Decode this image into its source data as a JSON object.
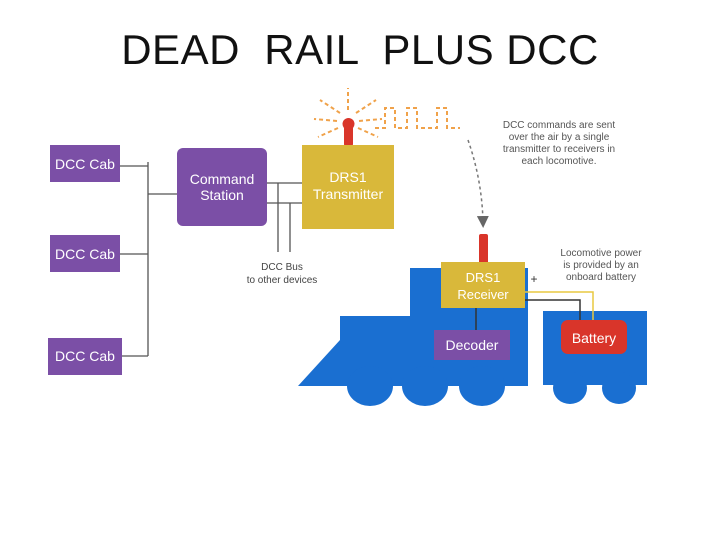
{
  "slide": {
    "title": "DEAD  RAIL  PLUS DCC"
  },
  "diagram": {
    "cabs": [
      "DCC Cab",
      "DCC Cab",
      "DCC Cab"
    ],
    "command_station": [
      "Command",
      "Station"
    ],
    "transmitter": [
      "DRS1",
      "Transmitter"
    ],
    "bus_note": [
      "DCC Bus",
      "to other devices"
    ],
    "air_note": [
      "DCC commands are sent",
      "over the air by a single",
      "transmitter to receivers in",
      "each locomotive."
    ],
    "receiver": [
      "DRS1",
      "Receiver"
    ],
    "plus_sign": "+",
    "power_note": [
      "Locomotive power",
      "is provided by an",
      "onboard battery"
    ],
    "decoder": "Decoder",
    "battery": "Battery"
  },
  "colors": {
    "purple": "#7b4fa6",
    "gold": "#d9b83a",
    "blue": "#1a6fd1",
    "red": "#d9352a",
    "orange": "#f0a24a",
    "wire": "#555555",
    "power_wire": "#e8c840"
  }
}
